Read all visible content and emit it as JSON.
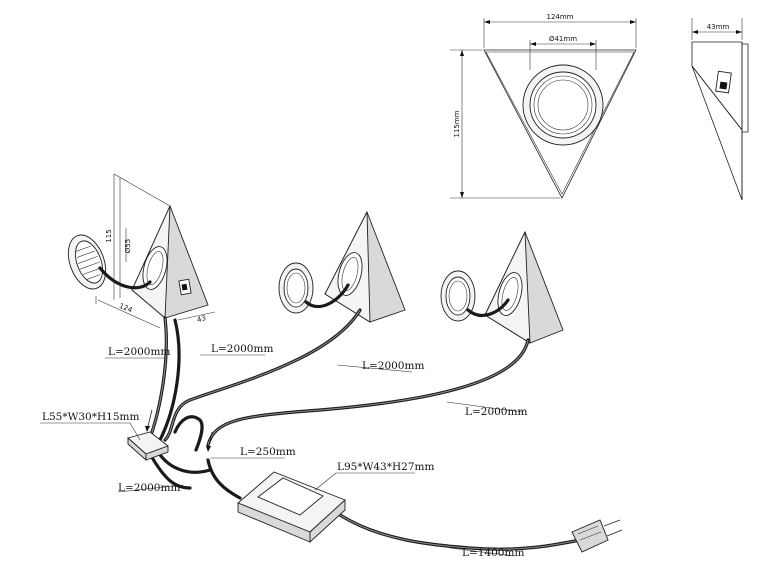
{
  "dimensions": {
    "front_width": "124mm",
    "front_hole": "Ø41mm",
    "front_height": "115mm",
    "side_depth": "43mm",
    "iso_height": "115",
    "iso_hole": "Ø55",
    "iso_width": "124",
    "iso_depth": "43"
  },
  "cable_labels": {
    "left_lamp": "L=2000mm",
    "middle_lamp_a": "L=2000mm",
    "middle_lamp_b": "L=2000mm",
    "right_lamp": "L=2000mm",
    "junction_box": "L55*W30*H15mm",
    "driver_lead": "L=250mm",
    "junction_lead": "L=2000mm",
    "driver_box": "L95*W43*H27mm",
    "plug_cable": "L=1400mm"
  }
}
